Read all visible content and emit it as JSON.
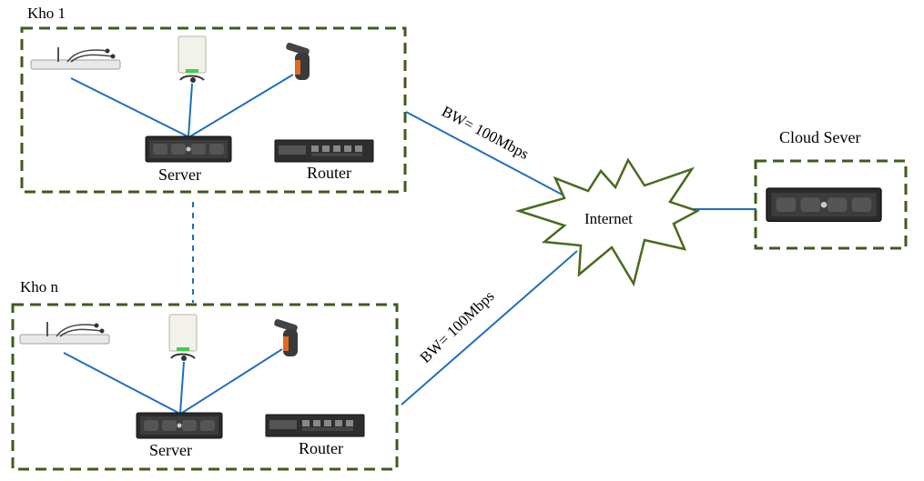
{
  "groups": {
    "kho1": {
      "title": "Kho 1",
      "server_label": "Server",
      "router_label": "Router"
    },
    "khon": {
      "title": "Kho n",
      "server_label": "Server",
      "router_label": "Router"
    },
    "cloud": {
      "title": "Cloud Sever"
    }
  },
  "internet": {
    "label": "Internet"
  },
  "links": {
    "kho1_bw": "BW= 100Mbps",
    "khon_bw": "BW= 100Mbps"
  },
  "colors": {
    "border_green": "#3f5a1e",
    "link_blue": "#1f6fbf",
    "cloud_outline": "#4a6a1e",
    "device_dark": "#2b2b2b"
  },
  "icons": [
    "antenna-reader-icon",
    "rfid-reader-icon",
    "handheld-scanner-icon",
    "server-icon",
    "router-icon",
    "internet-cloud-icon"
  ]
}
